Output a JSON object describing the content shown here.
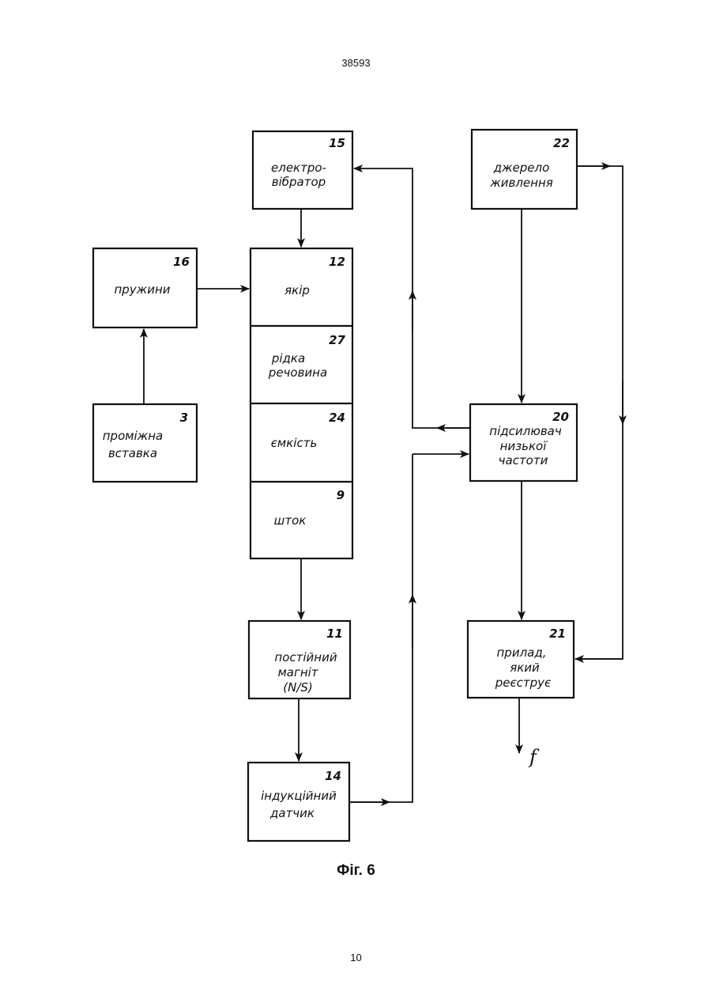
{
  "page": {
    "header": "38593",
    "caption": "Фіг. 6",
    "footer": "10"
  },
  "blocks": {
    "b15": {
      "num": "15",
      "lines": [
        "електро-",
        "вібратор"
      ]
    },
    "b22": {
      "num": "22",
      "lines": [
        "джерело",
        "живлення"
      ]
    },
    "b16": {
      "num": "16",
      "lines": [
        "пружини"
      ]
    },
    "b12": {
      "num": "12",
      "lines": [
        "якір"
      ]
    },
    "b27": {
      "num": "27",
      "lines": [
        "рідка",
        "речовина"
      ]
    },
    "b24": {
      "num": "24",
      "lines": [
        "ємкість"
      ]
    },
    "b9": {
      "num": "9",
      "lines": [
        "шток"
      ]
    },
    "b3": {
      "num": "3",
      "lines": [
        "проміжна",
        "вставка"
      ]
    },
    "b20": {
      "num": "20",
      "lines": [
        "підсилювач",
        "низької",
        "частоти"
      ]
    },
    "b11": {
      "num": "11",
      "lines": [
        "постійний",
        "магніт",
        "(N/S)"
      ]
    },
    "b21": {
      "num": "21",
      "lines": [
        "прилад,",
        "який",
        "реєструє"
      ]
    },
    "b14": {
      "num": "14",
      "lines": [
        "індукційний",
        "датчик"
      ]
    }
  },
  "output_label": "f"
}
